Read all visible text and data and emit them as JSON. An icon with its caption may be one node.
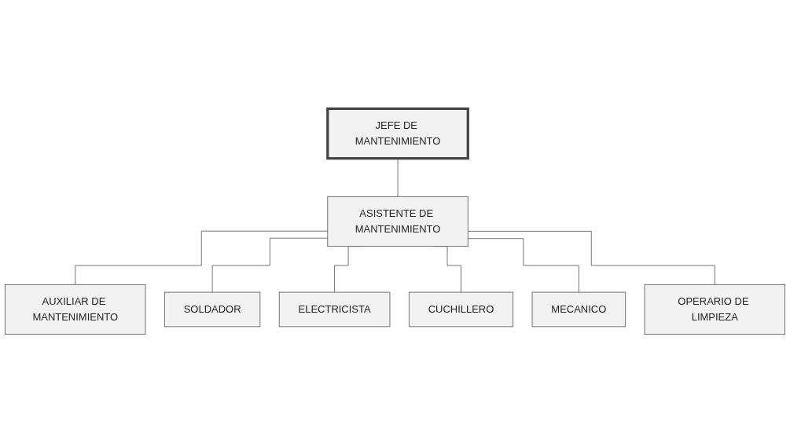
{
  "diagram": {
    "nodes": [
      {
        "text": [
          "JEFE DE MANTENIMIENTO"
        ]
      },
      {
        "text": [
          "ASISTENTE DE MANTENIMIENTO"
        ]
      },
      {
        "text": [
          "AUXILIAR DE MANTENIMIENTO"
        ]
      },
      {
        "text": [
          "SOLDADOR"
        ]
      },
      {
        "text": [
          "ELECTRICISTA"
        ]
      },
      {
        "text": [
          "CUCHILLERO"
        ]
      },
      {
        "text": [
          "MECANICO"
        ]
      },
      {
        "text": [
          "OPERARIO DE LIMPIEZA"
        ]
      }
    ],
    "edges": [
      {
        "from": 0,
        "to": 1,
        "arrow": "none"
      },
      {
        "from": 1,
        "to": 2,
        "arrow": "none"
      },
      {
        "from": 1,
        "to": 3,
        "arrow": "none"
      },
      {
        "from": 1,
        "to": 4,
        "arrow": "none"
      },
      {
        "from": 1,
        "to": 5,
        "arrow": "none"
      },
      {
        "from": 1,
        "to": 6,
        "arrow": "none"
      },
      {
        "from": 1,
        "to": 7,
        "arrow": "none"
      }
    ]
  }
}
